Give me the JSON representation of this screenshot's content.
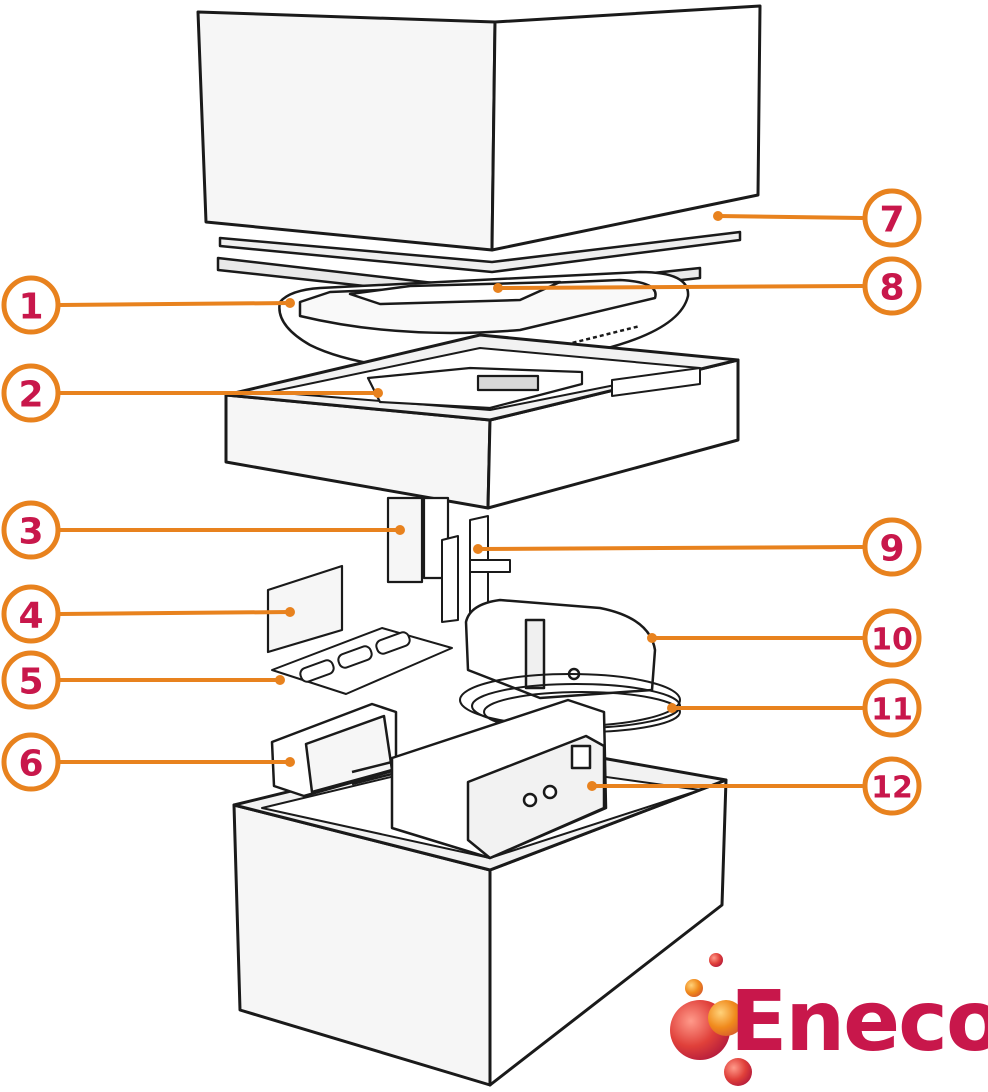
{
  "colors": {
    "callout_line": "#e8821e",
    "callout_number": "#c8174b",
    "outline": "#1a1a1a",
    "fill_light": "#f4f4f4",
    "logo_text": "#c8174b",
    "logo_dot_orange": "#f08a1c",
    "logo_dot_red": "#d9283e"
  },
  "callouts": [
    {
      "id": "1",
      "label": "1"
    },
    {
      "id": "2",
      "label": "2"
    },
    {
      "id": "3",
      "label": "3"
    },
    {
      "id": "4",
      "label": "4"
    },
    {
      "id": "5",
      "label": "5"
    },
    {
      "id": "6",
      "label": "6"
    },
    {
      "id": "7",
      "label": "7"
    },
    {
      "id": "8",
      "label": "8"
    },
    {
      "id": "9",
      "label": "9"
    },
    {
      "id": "10",
      "label": "10"
    },
    {
      "id": "11",
      "label": "11"
    },
    {
      "id": "12",
      "label": "12"
    }
  ],
  "logo": {
    "text": "Eneco"
  }
}
